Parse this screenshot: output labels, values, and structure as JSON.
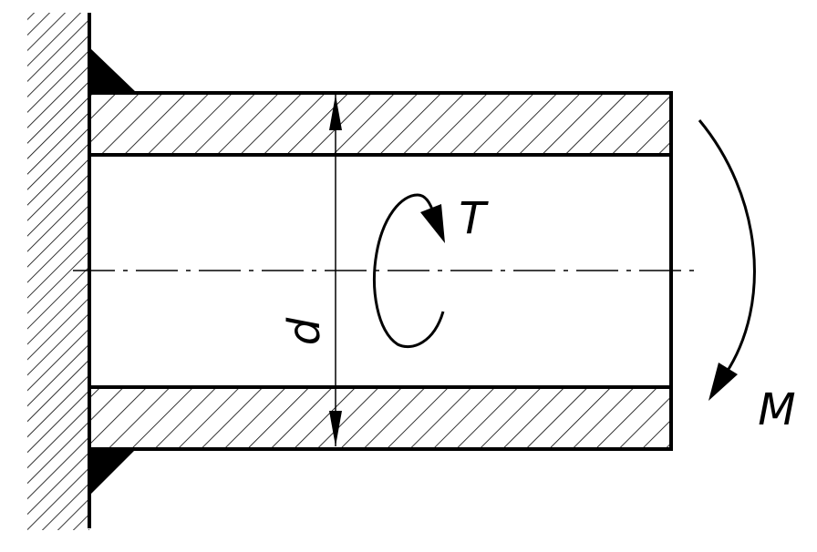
{
  "labels": {
    "diameter": "d",
    "torque": "T",
    "moment": "M"
  },
  "colors": {
    "stroke": "#000000",
    "background": "#ffffff"
  }
}
